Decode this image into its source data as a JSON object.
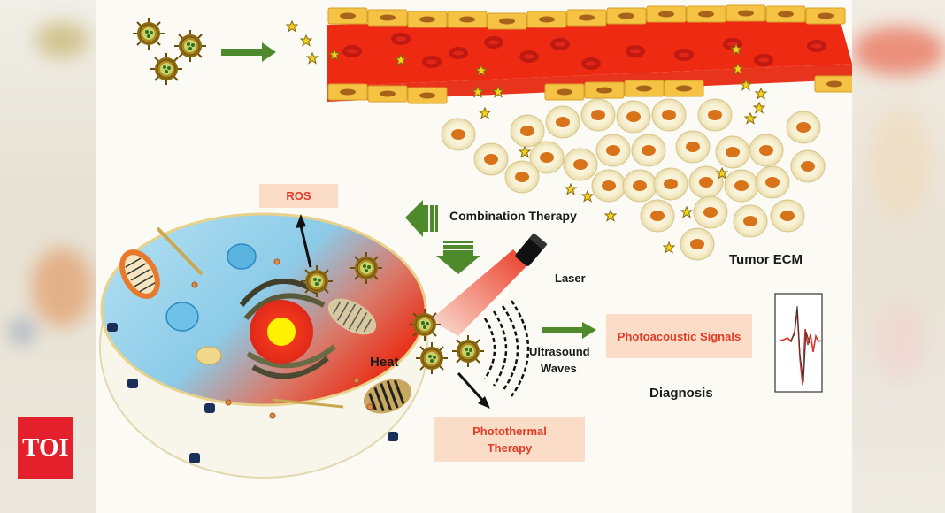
{
  "diagram": {
    "labels": {
      "combination_therapy": "Combination Therapy",
      "laser": "Laser",
      "tumor_ecm": "Tumor ECM",
      "heat": "Heat",
      "ultrasound": "Ultrasound",
      "waves": "Waves",
      "diagnosis": "Diagnosis"
    },
    "boxes": {
      "ros": "ROS",
      "photoacoustic": "Photoacoustic Signals",
      "photothermal_line1": "Photothermal",
      "photothermal_line2": "Therapy"
    },
    "colors": {
      "vessel_red": "#ee2a12",
      "endothelial": "#f5c243",
      "arrow_green": "#4e8a2c",
      "label_box_bg": "#fbdcc6",
      "label_box_text": "#e03c28",
      "cytoplasm": "#8cd0ec",
      "heat_red": "#e8341c"
    }
  },
  "logo": {
    "text": "TOI",
    "color": "#e3202b"
  }
}
